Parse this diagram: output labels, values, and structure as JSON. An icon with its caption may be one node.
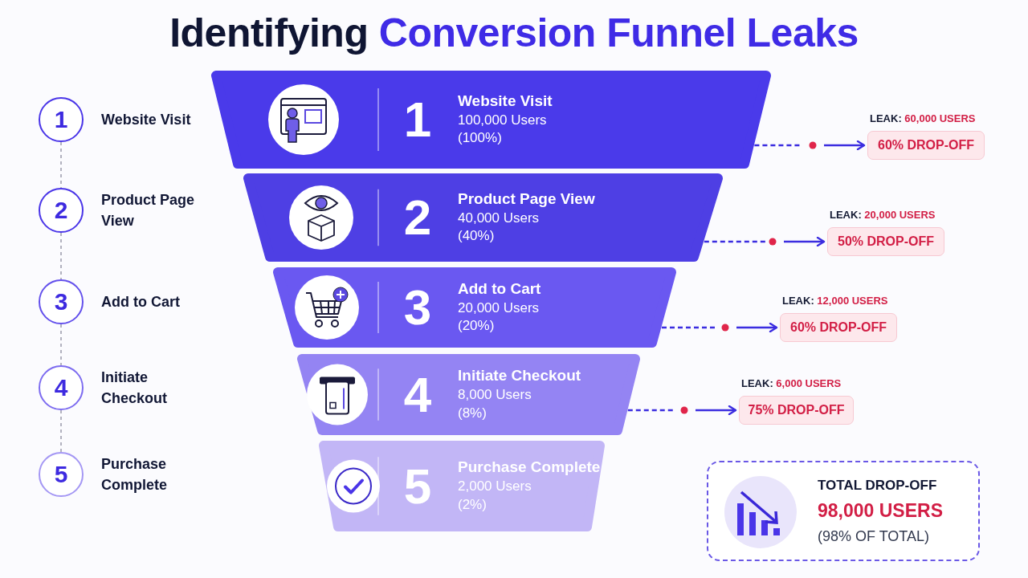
{
  "diagram": {
    "title": "Identifying Conversion Funnel Leaks",
    "nodes": [
      {
        "text": [
          "1"
        ]
      },
      {
        "text": [
          "2"
        ]
      },
      {
        "text": [
          "3"
        ]
      },
      {
        "text": [
          "4"
        ]
      },
      {
        "text": [
          "5"
        ]
      },
      {
        "text": [
          "1",
          "Website Visit",
          "100,000 Users (100%)"
        ]
      },
      {
        "text": [
          "2",
          "Product Page View",
          "40,000 Users (40%)"
        ]
      },
      {
        "text": [
          "3",
          "Add to Cart",
          "20,000 Users (20%)"
        ]
      },
      {
        "text": [
          "4",
          "Initiate Checkout",
          "8,000 Users (8%)"
        ]
      },
      {
        "text": [
          "5",
          "Purchase Complete",
          "2,000 Users (2%)"
        ]
      },
      {
        "text": [
          "60% DROP-OFF"
        ],
        "beside": [
          "LEAK: 60,000 USERS"
        ]
      },
      {
        "text": [
          "50% DROP-OFF"
        ],
        "beside": [
          "LEAK: 20,000 USERS"
        ]
      },
      {
        "text": [
          "60% DROP-OFF"
        ],
        "beside": [
          "LEAK: 12,000 USERS"
        ]
      },
      {
        "text": [
          "75% DROP-OFF"
        ],
        "beside": [
          "LEAK: 6,000 USERS"
        ]
      },
      {
        "text": [
          "TOTAL DROP-OFF",
          "98,000 USERS",
          "(98% OF TOTAL)"
        ]
      }
    ],
    "edges": [
      {
        "from": 0,
        "to": 1,
        "arrow": "none",
        "style": "dashed",
        "color": "#9a9aaa"
      },
      {
        "from": 1,
        "to": 2,
        "arrow": "none",
        "style": "dashed",
        "color": "#9a9aaa"
      },
      {
        "from": 2,
        "to": 3,
        "arrow": "none",
        "style": "dashed",
        "color": "#9a9aaa"
      },
      {
        "from": 3,
        "to": 4,
        "arrow": "none",
        "style": "dashed",
        "color": "#9a9aaa"
      },
      {
        "from": 5,
        "to": 10,
        "arrow": "to",
        "style": "dashed",
        "color": "#3b2de0"
      },
      {
        "from": 6,
        "to": 11,
        "arrow": "to",
        "style": "dashed",
        "color": "#3b2de0"
      },
      {
        "from": 7,
        "to": 12,
        "arrow": "to",
        "style": "dashed",
        "color": "#3b2de0"
      },
      {
        "from": 8,
        "to": 13,
        "arrow": "to",
        "style": "dashed",
        "color": "#3b2de0"
      }
    ],
    "labels": [
      "Website Visit",
      "Product Page View",
      "Add to Cart",
      "Initiate Checkout",
      "Purchase Complete"
    ]
  }
}
